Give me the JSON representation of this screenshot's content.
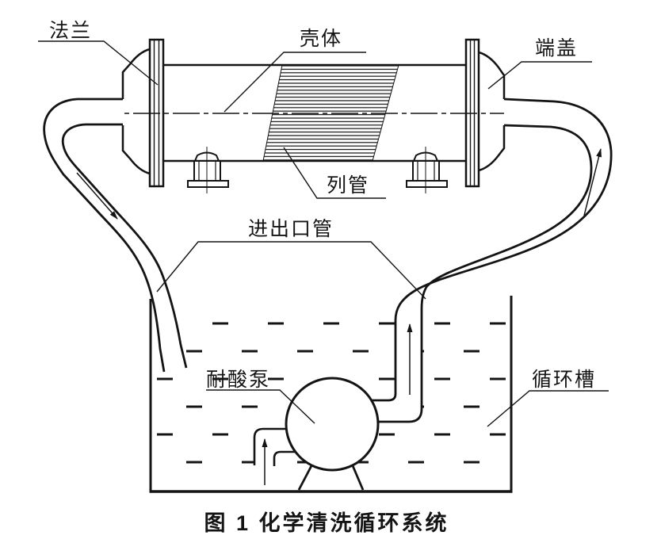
{
  "diagram": {
    "labels": {
      "flange": "法兰",
      "shell": "壳体",
      "end_cap": "端盖",
      "tube_bundle": "列管",
      "inlet_outlet_pipe": "进出口管",
      "acid_pump": "耐酸泵",
      "circulation_tank": "循环槽"
    },
    "caption": "图 1  化学清洗循环系统",
    "colors": {
      "line": "#141414",
      "background": "#ffffff"
    }
  }
}
